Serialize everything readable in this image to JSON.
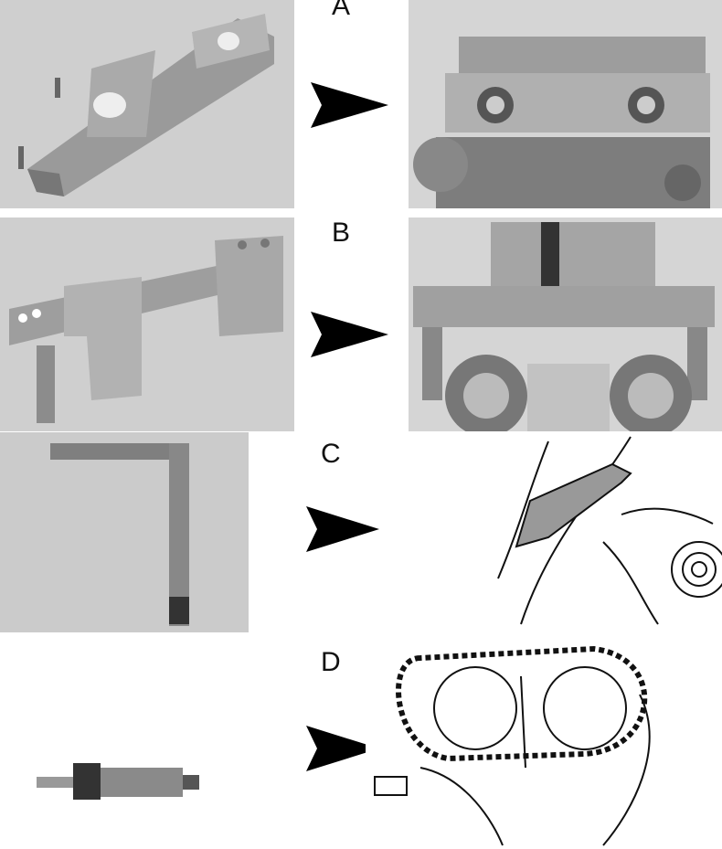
{
  "rows": [
    {
      "label": "A",
      "left_image": "timing-bar-tool-photo",
      "right_image": "camshaft-locking-plate-installed-photo"
    },
    {
      "label": "B",
      "left_image": "camshaft-bridge-tool-photo",
      "right_image": "bridge-tool-on-engine-photo"
    },
    {
      "label": "C",
      "left_image": "l-shaped-pin-tool-photo",
      "right_image": "pin-tool-insertion-drawing"
    },
    {
      "label": "D",
      "left_image": "tensioner-locking-bolt-photo",
      "right_image": "timing-chain-tensioner-drawing"
    }
  ],
  "arrow_icon": "right-arrowhead-icon",
  "colors": {
    "panel_gray": "#c9c9c9",
    "metal": "#8f8f8f",
    "ink": "#111111"
  }
}
